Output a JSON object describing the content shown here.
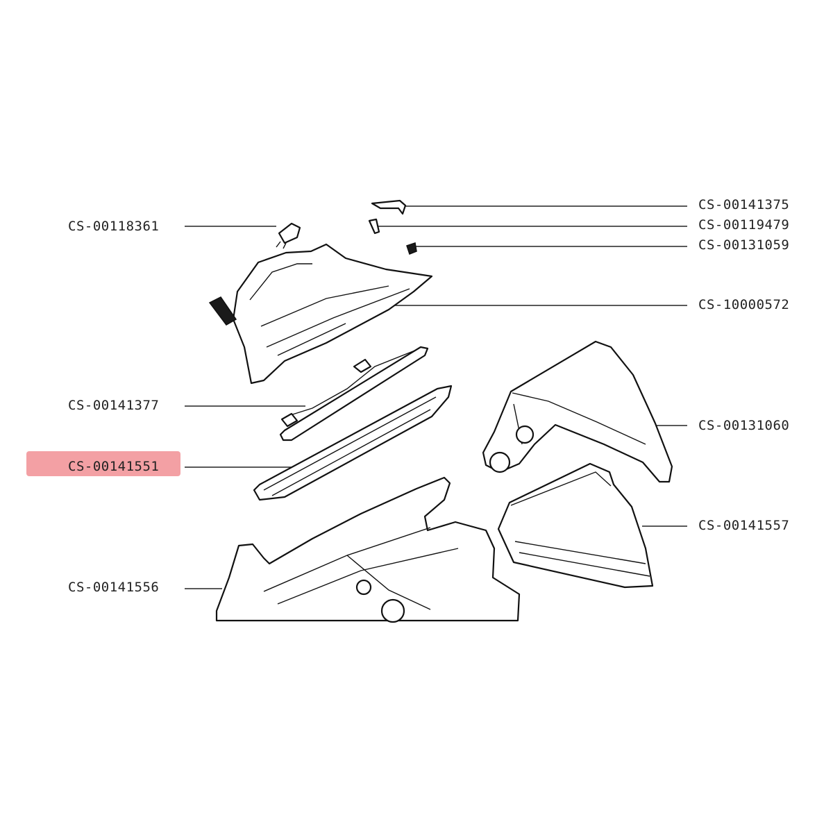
{
  "highlight_color": "#f3a0a4",
  "highlighted_part": "CS-00141551",
  "labels": {
    "cs_00118361": "CS-00118361",
    "cs_00141375": "CS-00141375",
    "cs_00119479": "CS-00119479",
    "cs_00131059": "CS-00131059",
    "cs_10000572": "CS-10000572",
    "cs_00141377": "CS-00141377",
    "cs_00131060": "CS-00131060",
    "cs_00141551": "CS-00141551",
    "cs_00141557": "CS-00141557",
    "cs_00141556": "CS-00141556"
  }
}
